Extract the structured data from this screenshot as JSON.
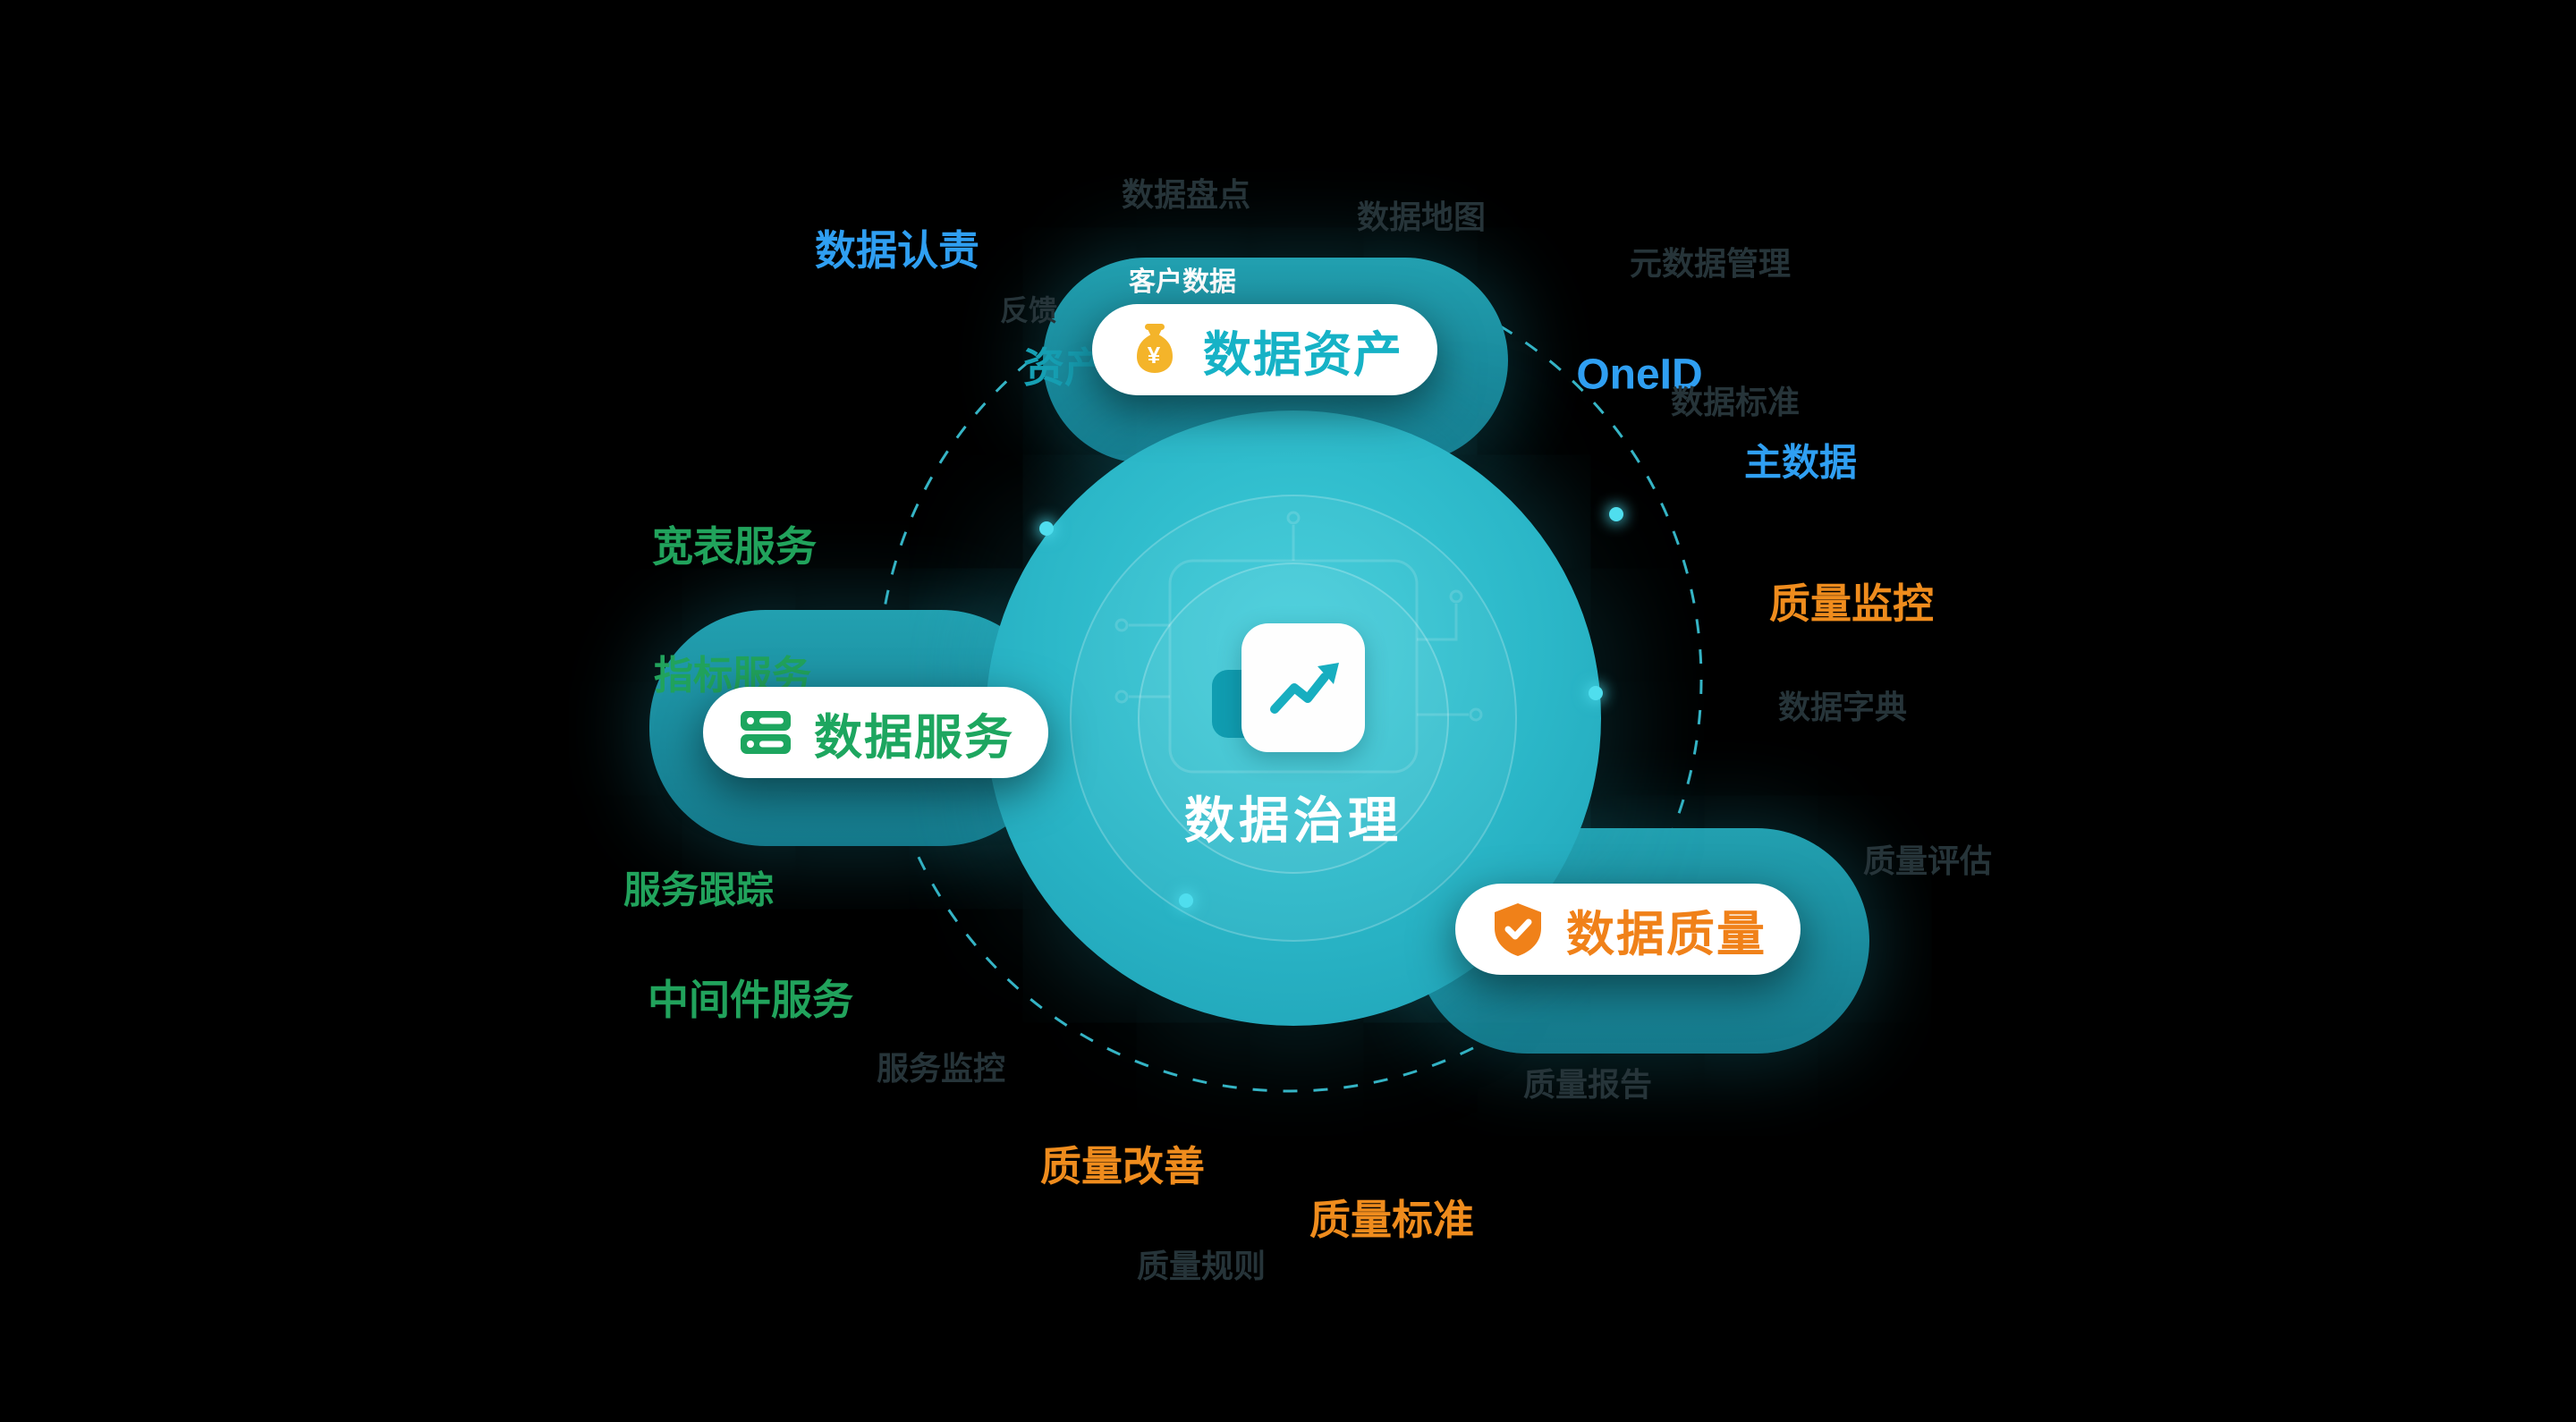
{
  "colors": {
    "background": "#000000",
    "circle_teal": "#2bb7c8",
    "accent_blue": "#2f9ff2",
    "accent_green": "#21a35c",
    "accent_orange": "#ef8c1d",
    "accent_teal_text": "#16b2c6",
    "gold": "#f4b42a",
    "white": "#ffffff"
  },
  "center": {
    "title": "数据治理"
  },
  "pills": {
    "assets": {
      "label": "数据资产"
    },
    "services": {
      "label": "数据服务"
    },
    "quality": {
      "label": "数据质量"
    }
  },
  "labels": {
    "data_responsibility": "数据认责",
    "customer_data": "客户数据",
    "asset_partial": "资产",
    "oneid": "OneID",
    "master_data": "主数据",
    "quality_monitoring": "质量监控",
    "wide_table_service": "宽表服务",
    "indicator_service": "指标服务",
    "service_tracking": "服务跟踪",
    "middleware_service": "中间件服务",
    "quality_improvement": "质量改善",
    "quality_standard": "质量标准"
  },
  "faint_labels": [
    {
      "text": "数据盘点"
    },
    {
      "text": "数据地图"
    },
    {
      "text": "元数据管理"
    },
    {
      "text": "数据标准"
    },
    {
      "text": "数据字典"
    },
    {
      "text": "质量评估"
    },
    {
      "text": "质量报告"
    },
    {
      "text": "服务监控"
    },
    {
      "text": "质量规则"
    },
    {
      "text": "反馈"
    }
  ],
  "icons": {
    "assets": "money-bag-icon",
    "services": "database-server-icon",
    "quality": "shield-check-icon",
    "center": "line-chart-icon"
  }
}
